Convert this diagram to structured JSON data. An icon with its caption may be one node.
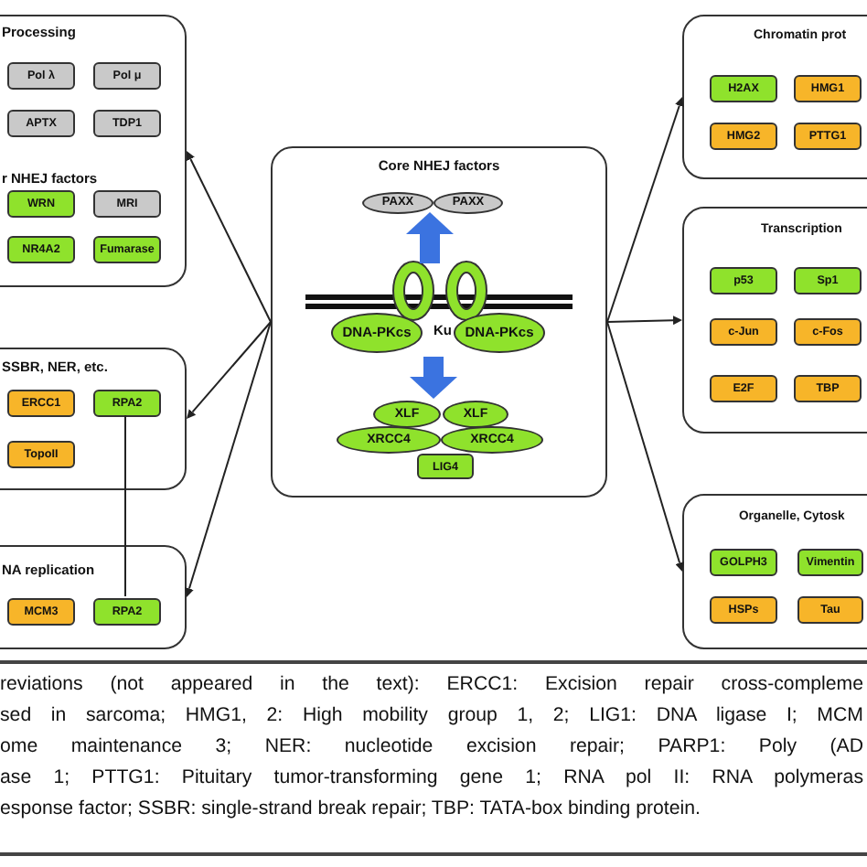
{
  "diagram": {
    "nodes": [
      {
        "text": [
          "Processing",
          "r NHEJ factors"
        ]
      },
      {
        "text": [
          "Pol λ"
        ],
        "in": 0
      },
      {
        "text": [
          "Pol μ"
        ],
        "in": 0
      },
      {
        "text": [
          "APTX"
        ],
        "in": 0
      },
      {
        "text": [
          "TDP1"
        ],
        "in": 0
      },
      {
        "text": [
          "WRN"
        ],
        "in": 0
      },
      {
        "text": [
          "MRI"
        ],
        "in": 0
      },
      {
        "text": [
          "NR4A2"
        ],
        "in": 0
      },
      {
        "text": [
          "Fumarase"
        ],
        "in": 0
      },
      {
        "text": [
          "SSBR, NER, etc."
        ]
      },
      {
        "text": [
          "ERCC1"
        ],
        "in": 9
      },
      {
        "text": [
          "RPA2"
        ],
        "in": 9
      },
      {
        "text": [
          "TopoII"
        ],
        "in": 9
      },
      {
        "text": [
          "NA replication"
        ]
      },
      {
        "text": [
          "MCM3"
        ],
        "in": 13
      },
      {
        "text": [
          "RPA2"
        ],
        "in": 13
      },
      {
        "text": [
          "Core NHEJ factors"
        ]
      },
      {
        "text": [
          "PAXX"
        ],
        "in": 16
      },
      {
        "text": [
          "PAXX"
        ],
        "in": 16
      },
      {
        "text": [
          "DNA-PKcs"
        ],
        "in": 16
      },
      {
        "text": [
          "Ku"
        ],
        "in": 16
      },
      {
        "text": [
          "DNA-PKcs"
        ],
        "in": 16
      },
      {
        "text": [
          "XLF"
        ],
        "in": 16
      },
      {
        "text": [
          "XLF"
        ],
        "in": 16
      },
      {
        "text": [
          "XRCC4"
        ],
        "in": 16
      },
      {
        "text": [
          "XRCC4"
        ],
        "in": 16
      },
      {
        "text": [
          "LIG4"
        ],
        "in": 16
      },
      {
        "text": [
          "Chromatin prot"
        ]
      },
      {
        "text": [
          "H2AX"
        ],
        "in": 27
      },
      {
        "text": [
          "HMG1"
        ],
        "in": 27
      },
      {
        "text": [
          "HMG2"
        ],
        "in": 27
      },
      {
        "text": [
          "PTTG1"
        ],
        "in": 27
      },
      {
        "text": [
          "Transcription"
        ]
      },
      {
        "text": [
          "p53"
        ],
        "in": 32
      },
      {
        "text": [
          "Sp1"
        ],
        "in": 32
      },
      {
        "text": [
          "c-Jun"
        ],
        "in": 32
      },
      {
        "text": [
          "c-Fos"
        ],
        "in": 32
      },
      {
        "text": [
          "E2F"
        ],
        "in": 32
      },
      {
        "text": [
          "TBP"
        ],
        "in": 32
      },
      {
        "text": [
          "Organelle, Cytosk"
        ]
      },
      {
        "text": [
          "GOLPH3"
        ],
        "in": 39
      },
      {
        "text": [
          "Vimentin"
        ],
        "in": 39
      },
      {
        "text": [
          "HSPs"
        ],
        "in": 39
      },
      {
        "text": [
          "Tau"
        ],
        "in": 39
      }
    ],
    "edges": [
      {
        "from": 16,
        "to": 0,
        "arrow": "to"
      },
      {
        "from": 16,
        "to": 9,
        "arrow": "to"
      },
      {
        "from": 16,
        "to": 13,
        "arrow": "to"
      },
      {
        "from": 16,
        "to": 27,
        "arrow": "to"
      },
      {
        "from": 16,
        "to": 32,
        "arrow": "to"
      },
      {
        "from": 16,
        "to": 39,
        "arrow": "to"
      },
      {
        "from": 11,
        "to": 15,
        "arrow": "none"
      },
      {
        "from": 20,
        "to": 17,
        "arrow": "to",
        "style": "thick",
        "color": "#3b73e0"
      },
      {
        "from": 20,
        "to": 22,
        "arrow": "to",
        "style": "thick",
        "color": "#3b73e0"
      }
    ],
    "labels": [
      "reviations (not appeared in the text): ERCC1: Excision repair cross-compleme",
      "sed in sarcoma; HMG1, 2: High mobility group 1, 2; LIG1: DNA ligase I; MCM",
      "ome maintenance 3; NER: nucleotide excision repair; PARP1: Poly (AD",
      "ase 1; PTTG1: Pituitary tumor-transforming gene 1; RNA pol II: RNA polymeras",
      "esponse factor; SSBR: single-strand break repair; TBP: TATA-box binding protein."
    ]
  }
}
